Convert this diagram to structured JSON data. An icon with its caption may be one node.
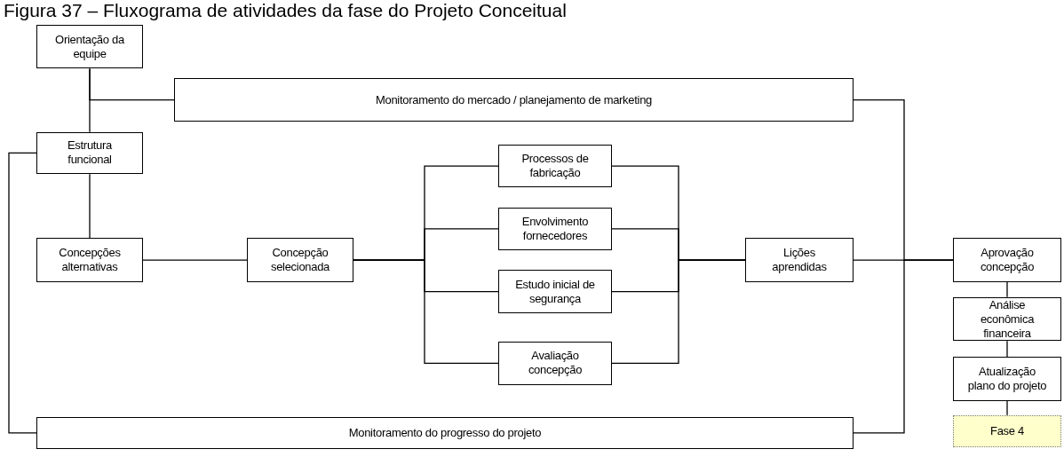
{
  "diagram": {
    "title": "Figura 37 – Fluxograma de atividades da fase do Projeto Conceitual",
    "nodes": [
      {
        "text": [
          "Orientação da equipe"
        ]
      },
      {
        "text": [
          "Monitoramento do mercado / planejamento de marketing"
        ]
      },
      {
        "text": [
          "Estrutura funcional"
        ]
      },
      {
        "text": [
          "Processos de fabricação"
        ]
      },
      {
        "text": [
          "Envolvimento fornecedores"
        ]
      },
      {
        "text": [
          "Concepções alternativas"
        ]
      },
      {
        "text": [
          "Concepção selecionada"
        ]
      },
      {
        "text": [
          "Lições aprendidas"
        ]
      },
      {
        "text": [
          "Aprovação concepção"
        ]
      },
      {
        "text": [
          "Estudo inicial de segurança"
        ]
      },
      {
        "text": [
          "Avaliação concepção"
        ]
      },
      {
        "text": [
          "Análise econômica financeira"
        ]
      },
      {
        "text": [
          "Atualização plano do projeto"
        ]
      },
      {
        "text": [
          "Monitoramento do progresso do projeto"
        ]
      },
      {
        "text": [
          "Fase 4"
        ]
      }
    ],
    "edges": [
      {
        "from": 0,
        "to": 2,
        "arrow": "none"
      },
      {
        "from": 0,
        "to": 1,
        "arrow": "none"
      },
      {
        "from": 2,
        "to": 5,
        "arrow": "none"
      },
      {
        "from": 2,
        "to": 13,
        "arrow": "none"
      },
      {
        "from": 5,
        "to": 6,
        "arrow": "none"
      },
      {
        "from": 6,
        "to": 3,
        "arrow": "none"
      },
      {
        "from": 6,
        "to": 4,
        "arrow": "none"
      },
      {
        "from": 6,
        "to": 9,
        "arrow": "none"
      },
      {
        "from": 6,
        "to": 10,
        "arrow": "none"
      },
      {
        "from": 3,
        "to": 7,
        "arrow": "none"
      },
      {
        "from": 4,
        "to": 7,
        "arrow": "none"
      },
      {
        "from": 9,
        "to": 7,
        "arrow": "none"
      },
      {
        "from": 10,
        "to": 7,
        "arrow": "none"
      },
      {
        "from": 7,
        "to": 8,
        "arrow": "none"
      },
      {
        "from": 1,
        "to": 8,
        "arrow": "none"
      },
      {
        "from": 13,
        "to": 8,
        "arrow": "none"
      },
      {
        "from": 8,
        "to": 11,
        "arrow": "none"
      },
      {
        "from": 11,
        "to": 12,
        "arrow": "none"
      },
      {
        "from": 12,
        "to": 14,
        "arrow": "none"
      }
    ]
  }
}
